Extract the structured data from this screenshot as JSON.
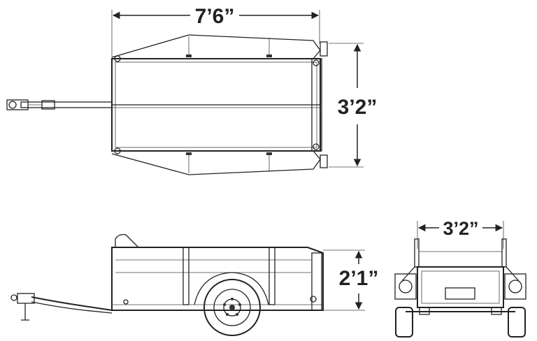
{
  "diagram": {
    "top_view": {
      "length_label": "7’6”",
      "width_label": "3’2”"
    },
    "side_view": {
      "height_label": "2’1”"
    },
    "rear_view": {
      "width_label": "3’2”"
    }
  },
  "colors": {
    "line": "#222222",
    "background": "#ffffff"
  }
}
